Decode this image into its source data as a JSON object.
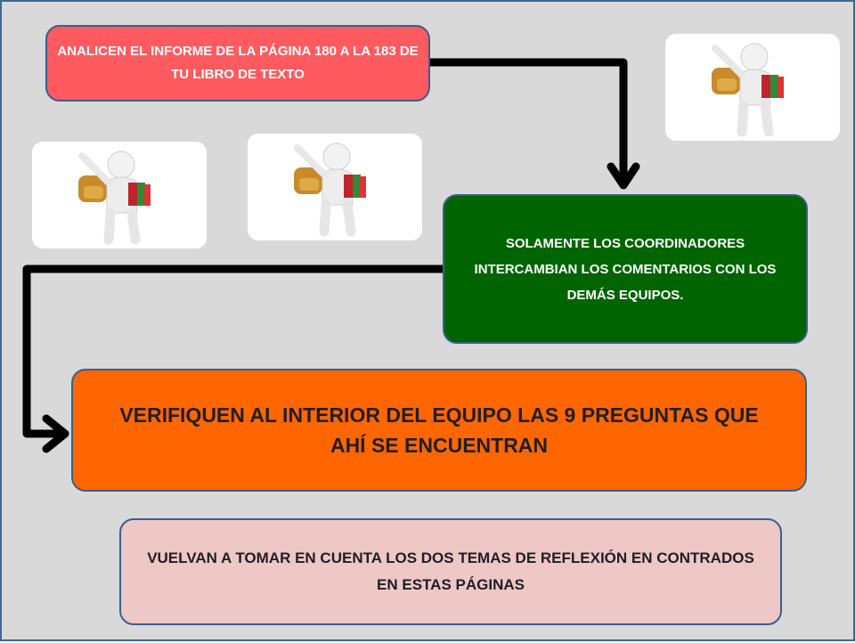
{
  "steps": {
    "analyze": "ANALICEN EL INFORME DE LA PÁGINA 180 A LA 183 DE TU LIBRO DE TEXTO",
    "coordinators": "SOLAMENTE LOS COORDINADORES INTERCAMBIAN LOS COMENTARIOS CON LOS  DEMÁS EQUIPOS.",
    "verify": "VERIFIQUEN AL INTERIOR DEL EQUIPO LAS 9 PREGUNTAS QUE AHÍ SE ENCUENTRAN",
    "reflect": "VUELVAN A TOMAR EN  CUENTA LOS DOS TEMAS DE REFLEXIÓN EN CONTRADOS EN ESTAS PÁGINAS"
  },
  "images": [
    {
      "icon": "student-with-backpack-and-books-icon"
    },
    {
      "icon": "student-with-backpack-and-books-icon"
    },
    {
      "icon": "student-with-backpack-and-books-icon"
    }
  ],
  "colors": {
    "background": "#d9d9d9",
    "border": "#3a5f8a",
    "analyze_box": "#ff5a5f",
    "coordinators_box": "#006400",
    "verify_box": "#ff6600",
    "reflect_box": "#eec7c7",
    "arrow": "#000000"
  }
}
